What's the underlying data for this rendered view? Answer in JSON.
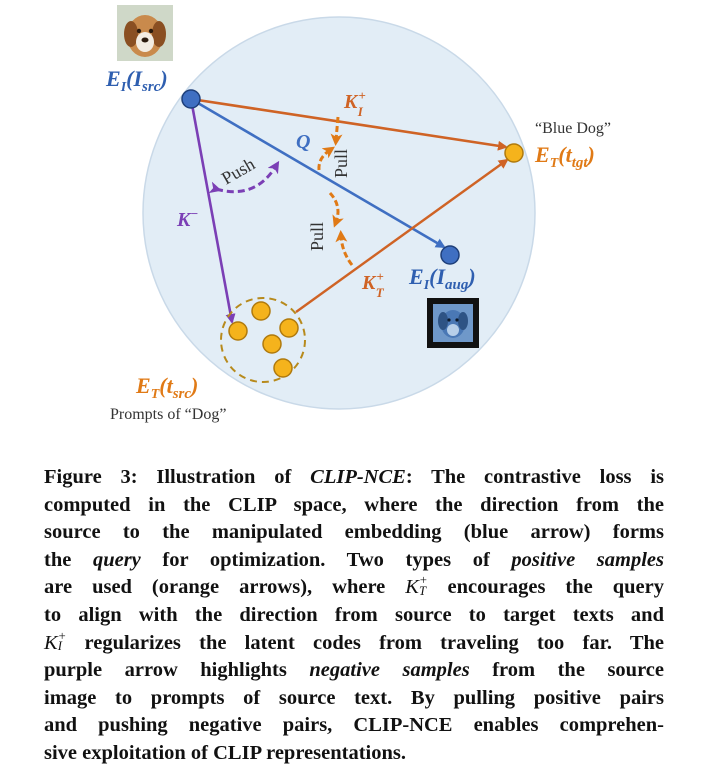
{
  "diagram": {
    "nodes": {
      "source_image_embedding": "E_I(I_src)",
      "target_text_embedding": "E_T(t_tgt)",
      "target_text_prompt": "“Blue Dog”",
      "augmented_image_embedding": "E_I(I_aug)",
      "source_text_embedding": "E_T(t_src)",
      "source_text_prompt": "Prompts of “Dog”"
    },
    "edge_labels": {
      "positive_image": "K_I^+",
      "positive_text": "K_T^+",
      "negative": "K^-",
      "query": "Q",
      "push": "Push",
      "pull_top": "Pull",
      "pull_mid": "Pull"
    },
    "colors": {
      "blue": "#3f6fc2",
      "orange": "#cf6325",
      "purple": "#7b3fb5",
      "yellow": "#f5b31c",
      "circle_fill": "#e2edf6",
      "label_blue": "#2f5fb0",
      "label_orange": "#e07a16"
    }
  },
  "caption": {
    "lines": [
      [
        "Figure 3: Illustration of ",
        "CLIP-NCE",
        ": The contrastive loss is"
      ],
      [
        "computed in the CLIP space, where the direction from the"
      ],
      [
        "source to the manipulated embedding (blue arrow) forms"
      ],
      [
        "the ",
        "query",
        " for optimization. Two types of ",
        "positive samples"
      ],
      [
        "are used (orange arrows), where ",
        "K_T^+",
        " encourages the query"
      ],
      [
        "to align with the direction from source to target texts and"
      ],
      [
        "K_I^+",
        " regularizes the latent codes from traveling too far. The"
      ],
      [
        "purple arrow highlights ",
        "negative samples",
        " from the source"
      ],
      [
        "image to prompts of source text. By pulling positive pairs"
      ],
      [
        "and pushing negative pairs, CLIP-NCE enables comprehen-"
      ],
      [
        "sive exploitation of CLIP representations."
      ]
    ]
  }
}
